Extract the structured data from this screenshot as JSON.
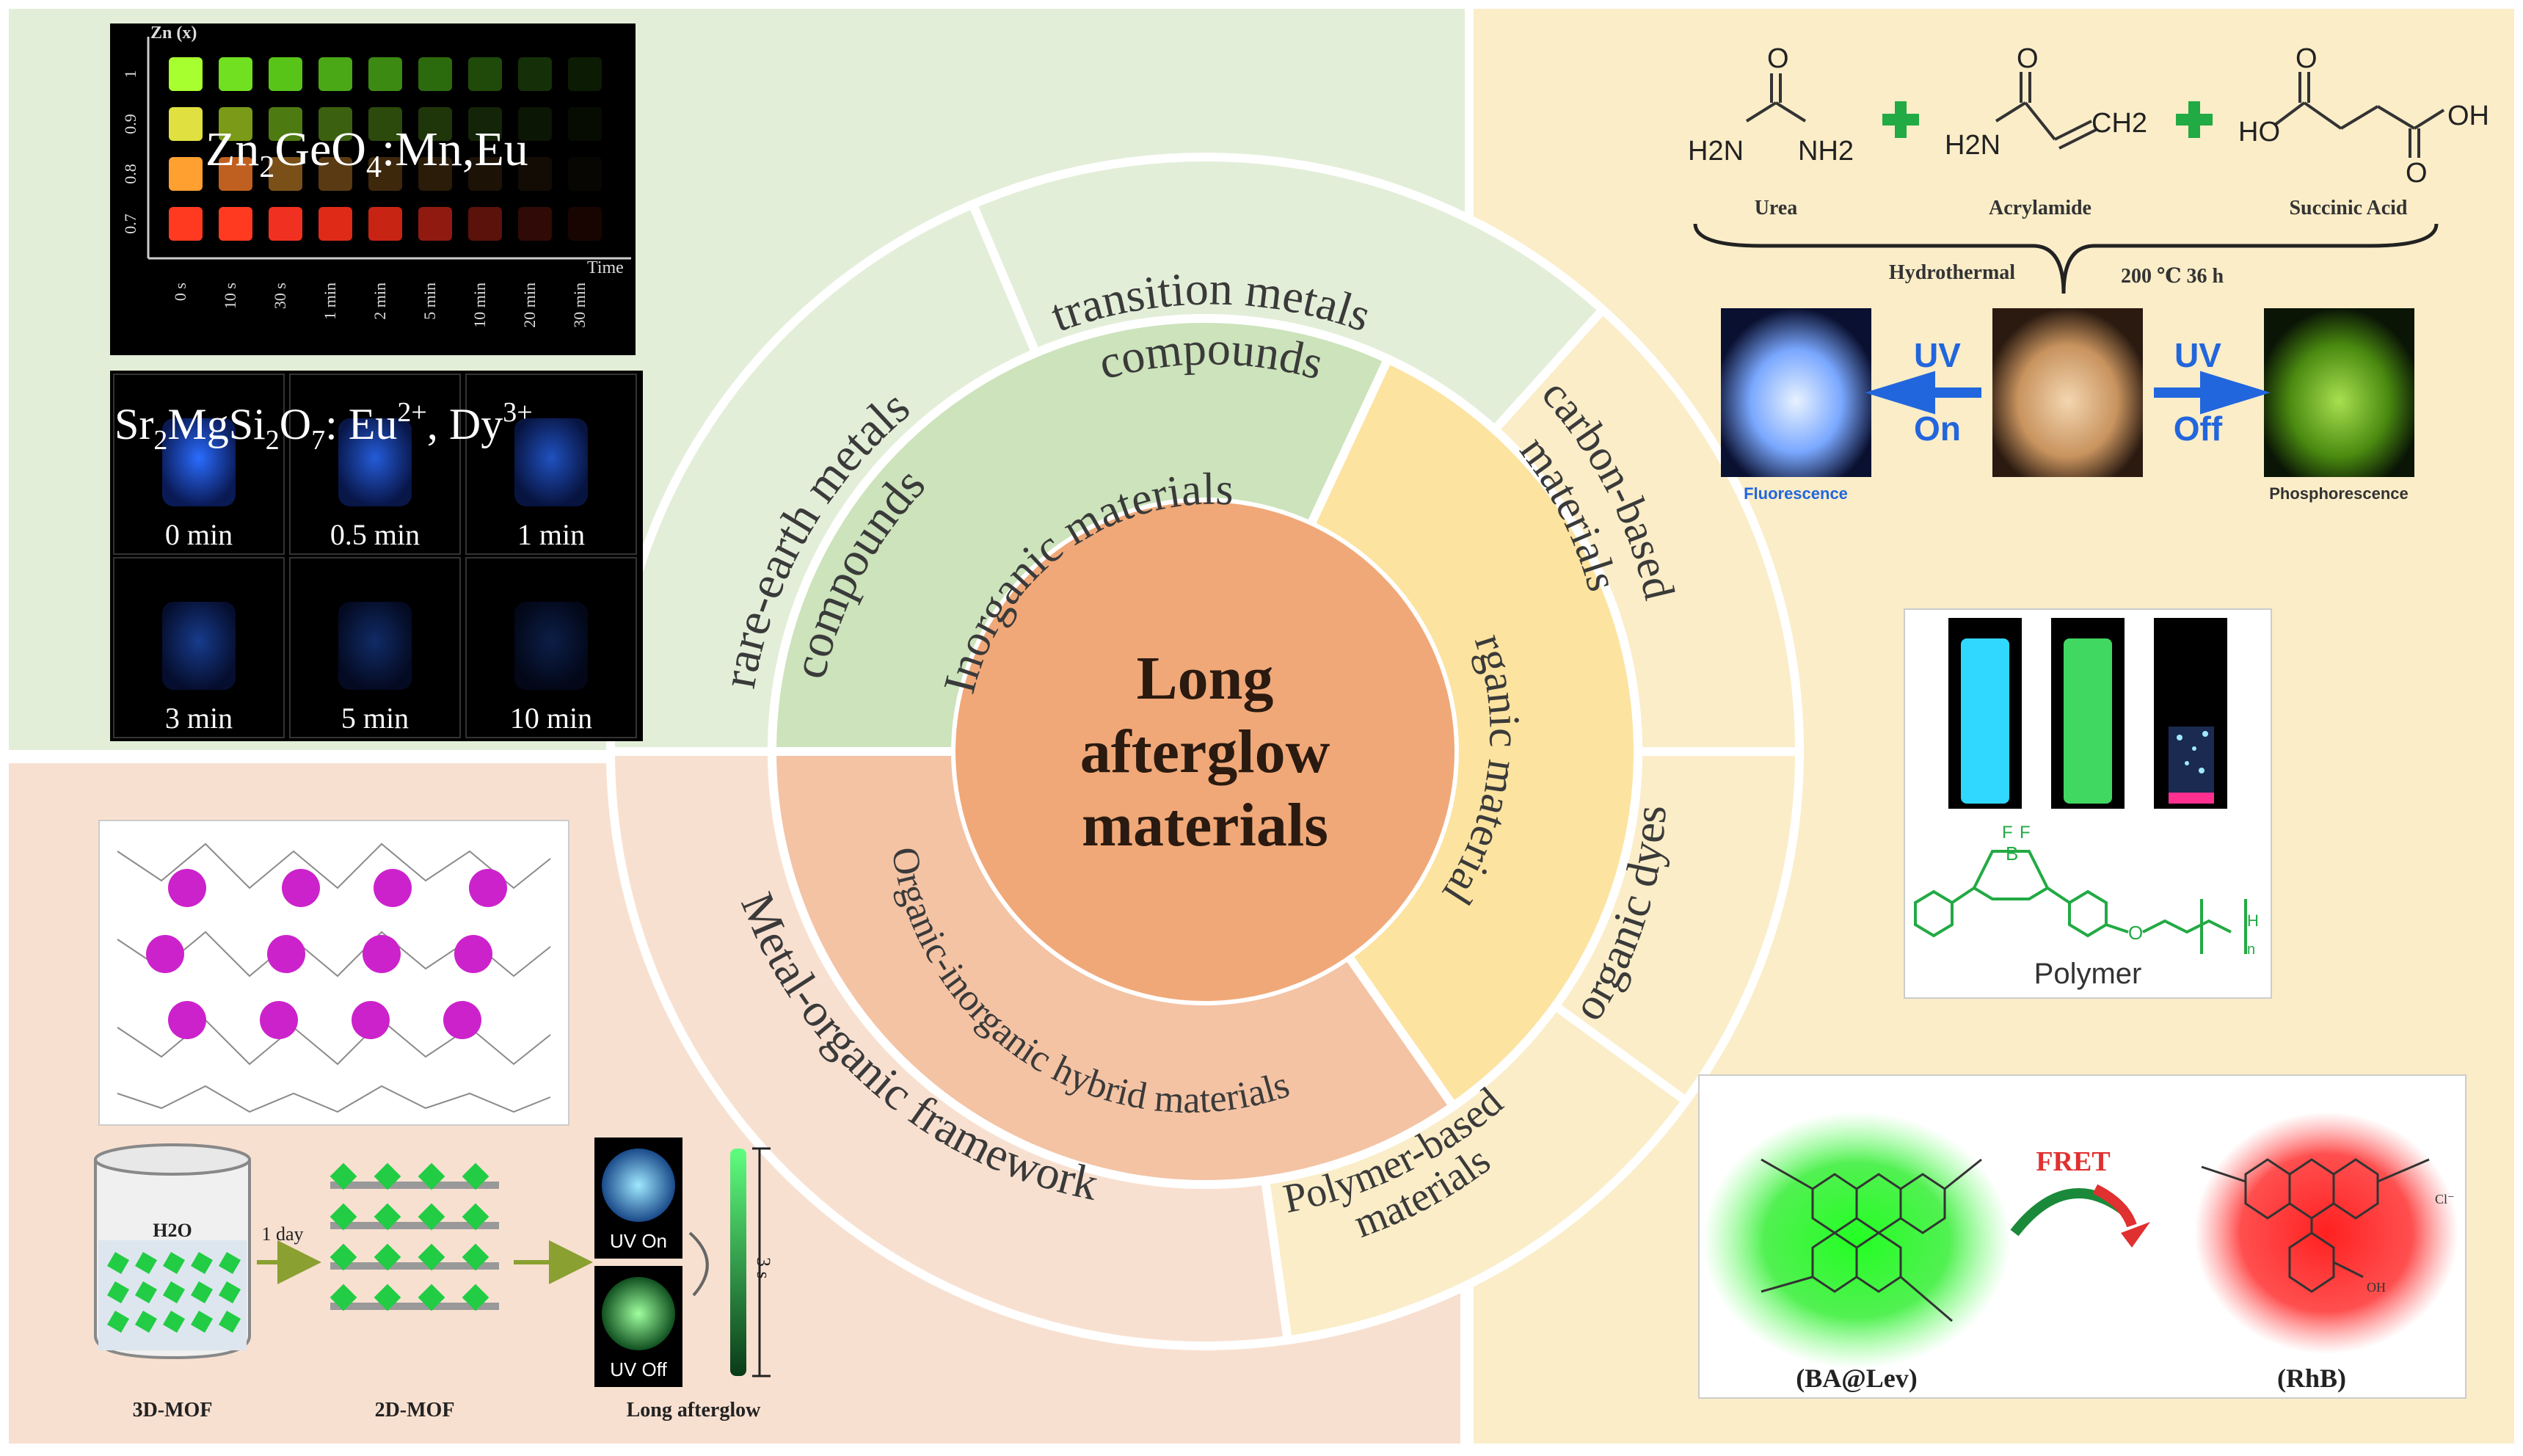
{
  "center": {
    "lines": [
      "Long",
      "afterglow",
      "materials"
    ]
  },
  "inner_ring": {
    "inorganic": "Inorganic materials",
    "organic": "Organic materials",
    "hybrid": "Organic-inorganic hybrid materials"
  },
  "outer_ring": {
    "transition": [
      "transition metals",
      "compounds"
    ],
    "rare_earth": [
      "rare-earth metals",
      "compounds"
    ],
    "carbon": [
      "carbon-based",
      "materials"
    ],
    "dyes": "organic dyes",
    "polymer": [
      "Polymer-based",
      "materials"
    ],
    "mof": "Metal-organic framework"
  },
  "panel_zngeo": {
    "axis_y": "Zn (x)",
    "y_ticks": [
      "1",
      "0.9",
      "0.8",
      "0.7"
    ],
    "x_ticks": [
      "0 s",
      "10 s",
      "30 s",
      "1 min",
      "2 min",
      "5 min",
      "10 min",
      "20 min",
      "30 min"
    ],
    "x_axis": "Time",
    "formula": {
      "p1": "Zn",
      "s1": "2",
      "p2": "GeO",
      "s2": "4",
      "p3": ":Mn,Eu"
    }
  },
  "panel_srmg": {
    "formula": {
      "p1": "Sr",
      "s1": "2",
      "p2": "MgSi",
      "s2": "2",
      "p3": "O",
      "s3": "7",
      "p4": ": Eu",
      "sup1": "2+",
      "p5": ", Dy",
      "sup2": "3+"
    },
    "labels": [
      "0 min",
      "0.5 min",
      "1 min",
      "3 min",
      "5 min",
      "10 min"
    ]
  },
  "panel_carbon": {
    "names": [
      "Urea",
      "Acrylamide",
      "Succinic Acid"
    ],
    "atoms": {
      "o": "O",
      "h2n": "H2N",
      "nh2": "NH2",
      "ch2": "CH2",
      "ho": "HO",
      "oh": "OH"
    },
    "process": [
      "Hydrothermal",
      "200 ℃  36 h"
    ],
    "uv_left": [
      "UV",
      "On"
    ],
    "uv_right": [
      "UV",
      "Off"
    ],
    "caption_left": "Fluorescence",
    "caption_right": "Phosphorescence"
  },
  "panel_polymer": {
    "label": "Polymer",
    "atoms": {
      "f1": "F",
      "f2": "F",
      "b": "B",
      "o": "O",
      "h": "H",
      "n": "n"
    }
  },
  "panel_fret": {
    "arrow": "FRET",
    "left": "(BA@Lev)",
    "right": "(RhB)",
    "cl": "Cl⁻",
    "oh": "OH"
  },
  "panel_mof": {
    "water": "H2O",
    "step": "1 day",
    "uv_on": "UV On",
    "uv_off": "UV Off",
    "duration": "3 s",
    "captions": [
      "3D-MOF",
      "2D-MOF",
      "Long afterglow"
    ]
  },
  "colors": {
    "green_quad": "#e3eed8",
    "yellow_quad": "#faedc8",
    "peach_quad": "#f8e0d0",
    "center": "#f0a878",
    "inorganic": "#cce3bb",
    "organic": "#fce3a0",
    "hybrid": "#f3c3a4"
  }
}
